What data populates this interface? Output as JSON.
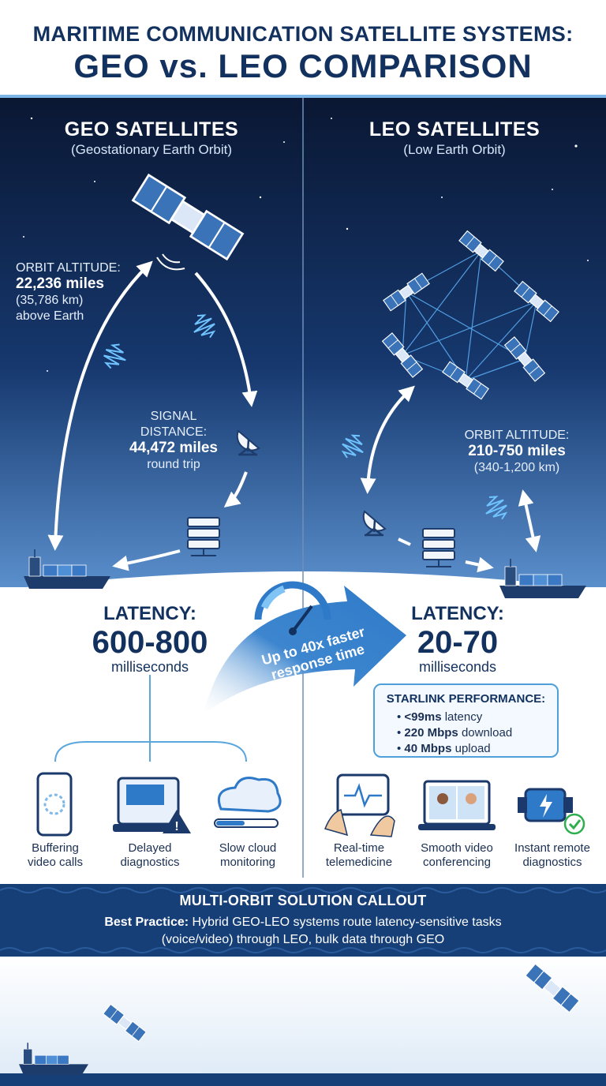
{
  "header": {
    "title_line1": "MARITIME COMMUNICATION SATELLITE SYSTEMS:",
    "title_line2": "GEO vs. LEO COMPARISON"
  },
  "geo": {
    "heading": "GEO SATELLITES",
    "subheading": "(Geostationary Earth Orbit)",
    "orbit_label": "ORBIT ALTITUDE:",
    "orbit_miles": "22,236 miles",
    "orbit_km": "(35,786 km)",
    "orbit_note": "above Earth",
    "signal_label_1": "SIGNAL",
    "signal_label_2": "DISTANCE:",
    "signal_miles": "44,472 miles",
    "signal_note": "round trip",
    "latency_label": "LATENCY:",
    "latency_value": "600-800",
    "latency_unit": "milliseconds",
    "impacts": [
      {
        "line1": "Buffering",
        "line2": "video calls",
        "icon": "smartphone-buffering-icon"
      },
      {
        "line1": "Delayed",
        "line2": "diagnostics",
        "icon": "diagnostics-warning-icon"
      },
      {
        "line1": "Slow cloud",
        "line2": "monitoring",
        "icon": "cloud-progress-icon"
      }
    ]
  },
  "leo": {
    "heading": "LEO SATELLITES",
    "subheading": "(Low Earth Orbit)",
    "orbit_label": "ORBIT ALTITUDE:",
    "orbit_miles": "210-750 miles",
    "orbit_km": "(340-1,200 km)",
    "latency_label": "LATENCY:",
    "latency_value": "20-70",
    "latency_unit": "milliseconds",
    "starlink": {
      "title": "STARLINK PERFORMANCE:",
      "items": [
        {
          "bold": "<99ms",
          "rest": " latency"
        },
        {
          "bold": "220 Mbps",
          "rest": " download"
        },
        {
          "bold": "40 Mbps",
          "rest": " upload"
        }
      ]
    },
    "benefits": [
      {
        "line1": "Real-time",
        "line2": "telemedicine",
        "icon": "tablet-telemedicine-icon"
      },
      {
        "line1": "Smooth video",
        "line2": "conferencing",
        "icon": "laptop-video-call-icon"
      },
      {
        "line1": "Instant remote",
        "line2": "diagnostics",
        "icon": "engine-check-icon"
      }
    ]
  },
  "comparison_arrow": {
    "line1": "Up to 40x faster",
    "line2": "response time"
  },
  "callout": {
    "title": "MULTI-ORBIT SOLUTION CALLOUT",
    "bold": "Best Practice:",
    "body_line1": " Hybrid GEO-LEO systems route latency-sensitive tasks",
    "body_line2": "(voice/video) through LEO, bulk data through GEO"
  },
  "colors": {
    "navy": "#12315e",
    "space_dark": "#0b1a3a",
    "space_mid": "#1d4c8c",
    "accent_blue": "#2f7fd0",
    "signal_cyan": "#6fc3ff",
    "check_green": "#2fae4f",
    "warning_navy": "#1b3a6b"
  }
}
